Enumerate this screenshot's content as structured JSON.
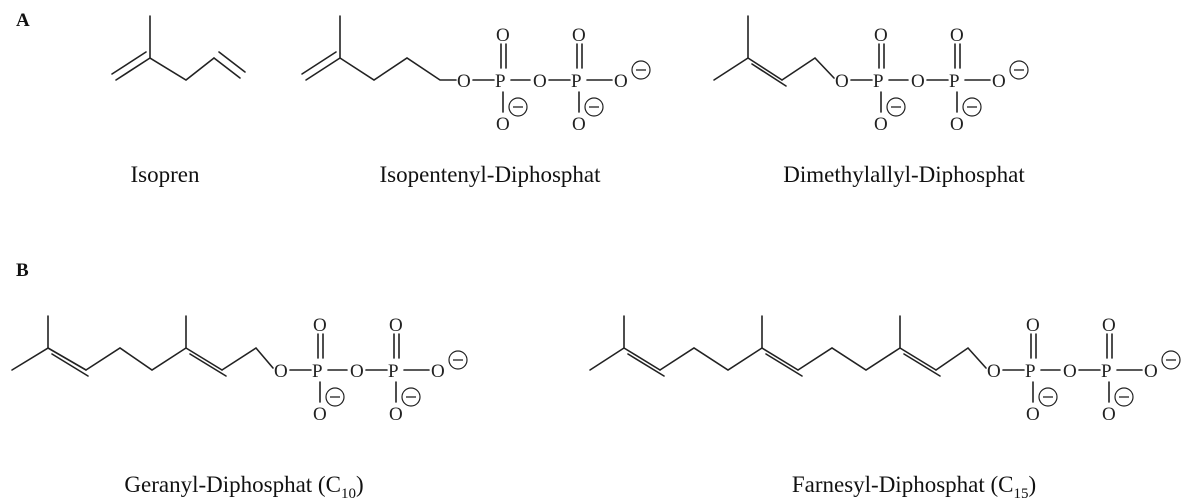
{
  "panels": [
    {
      "letter": "A",
      "compounds": [
        {
          "name": "Isopren"
        },
        {
          "name": "Isopentenyl-Diphosphat"
        },
        {
          "name": "Dimethylallyl-Diphosphat"
        }
      ]
    },
    {
      "letter": "B",
      "compounds": [
        {
          "name": "Geranyl-Diphosphat (C",
          "subscript": "10",
          "suffix": ")"
        },
        {
          "name": "Farnesyl-Diphosphat (C",
          "subscript": "15",
          "suffix": ")"
        }
      ]
    }
  ],
  "atoms": {
    "oxygen": "O",
    "phosphorus": "P"
  }
}
